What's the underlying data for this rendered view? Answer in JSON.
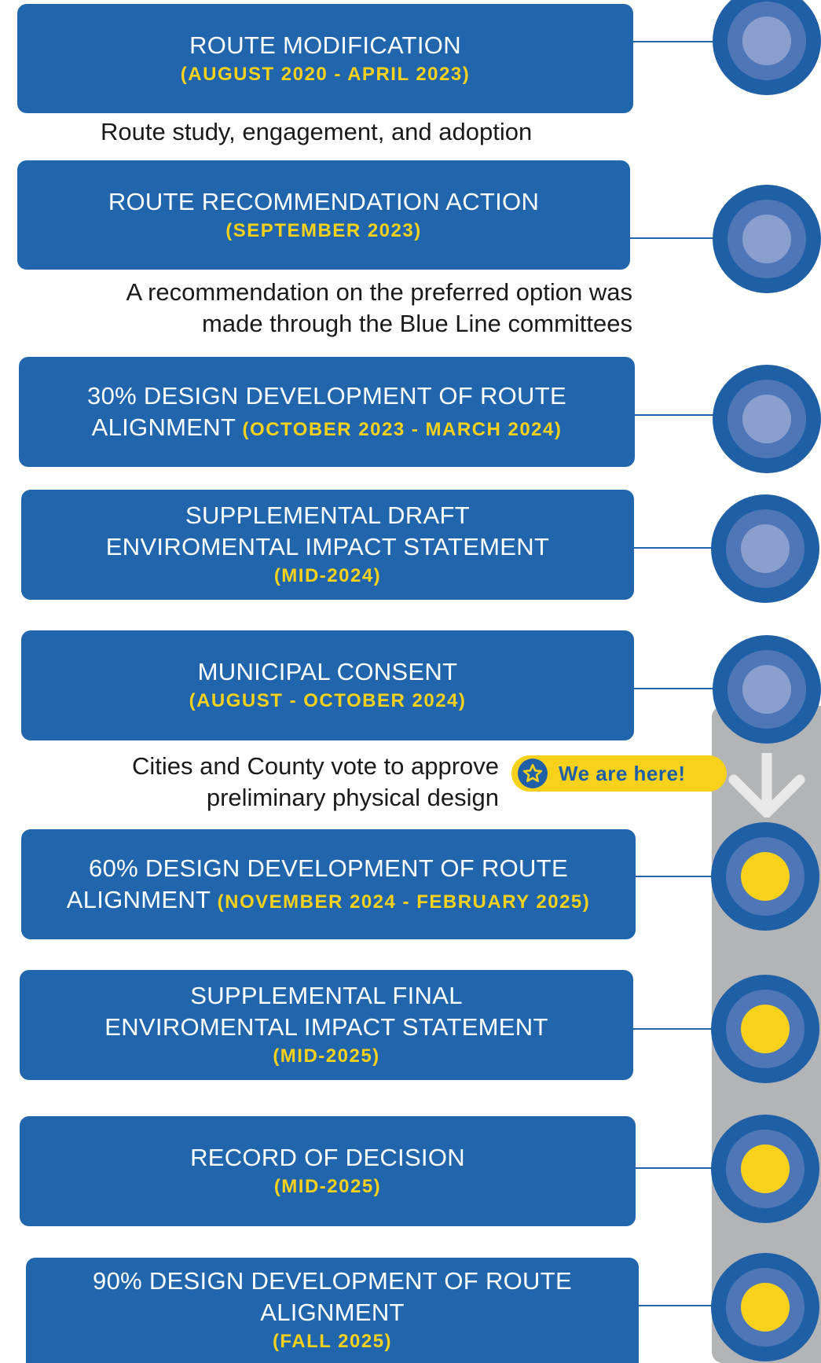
{
  "steps": [
    {
      "title": "ROUTE MODIFICATION",
      "date": "(AUGUST 2020 - APRIL 2023)",
      "status": "complete"
    },
    {
      "title": "ROUTE RECOMMENDATION ACTION",
      "date": "(SEPTEMBER 2023)",
      "status": "complete"
    },
    {
      "title_line1": "30% DESIGN DEVELOPMENT OF ROUTE",
      "title_line2": "ALIGNMENT",
      "date": "(OCTOBER 2023 - MARCH 2024)",
      "status": "complete"
    },
    {
      "title_line1": "SUPPLEMENTAL DRAFT",
      "title_line2": "ENVIROMENTAL IMPACT STATEMENT",
      "date": "(MID-2024)",
      "status": "complete"
    },
    {
      "title": "MUNICIPAL CONSENT",
      "date": "(AUGUST - OCTOBER 2024)",
      "status": "complete"
    },
    {
      "title_line1": "60% DESIGN DEVELOPMENT OF ROUTE",
      "title_line2": "ALIGNMENT",
      "date": "(NOVEMBER 2024 - FEBRUARY 2025)",
      "status": "upcoming"
    },
    {
      "title_line1": "SUPPLEMENTAL FINAL",
      "title_line2": "ENVIROMENTAL IMPACT STATEMENT",
      "date": "(MID-2025)",
      "status": "upcoming"
    },
    {
      "title": "RECORD OF DECISION",
      "date": "(MID-2025)",
      "status": "upcoming"
    },
    {
      "title_line1": "90% DESIGN DEVELOPMENT OF ROUTE",
      "title_line2": "ALIGNMENT",
      "date": "(FALL 2025)",
      "status": "upcoming"
    }
  ],
  "descriptions": {
    "step1": "Route study, engagement, and adoption",
    "step2_line1": "A recommendation on the preferred option was",
    "step2_line2": "made through the Blue Line committees",
    "step5_line1": "Cities and County vote to approve",
    "step5_line2": "preliminary physical design"
  },
  "marker": {
    "label": "We are here!",
    "icon": "star-icon"
  },
  "colors": {
    "box": "#2166ac",
    "date": "#f8d21a",
    "node_outer": "#1f5fa6",
    "node_mid": "#4f77b8",
    "node_complete": "#8b9fce",
    "node_upcoming": "#f8d21a",
    "track": "#b3b4b6"
  }
}
